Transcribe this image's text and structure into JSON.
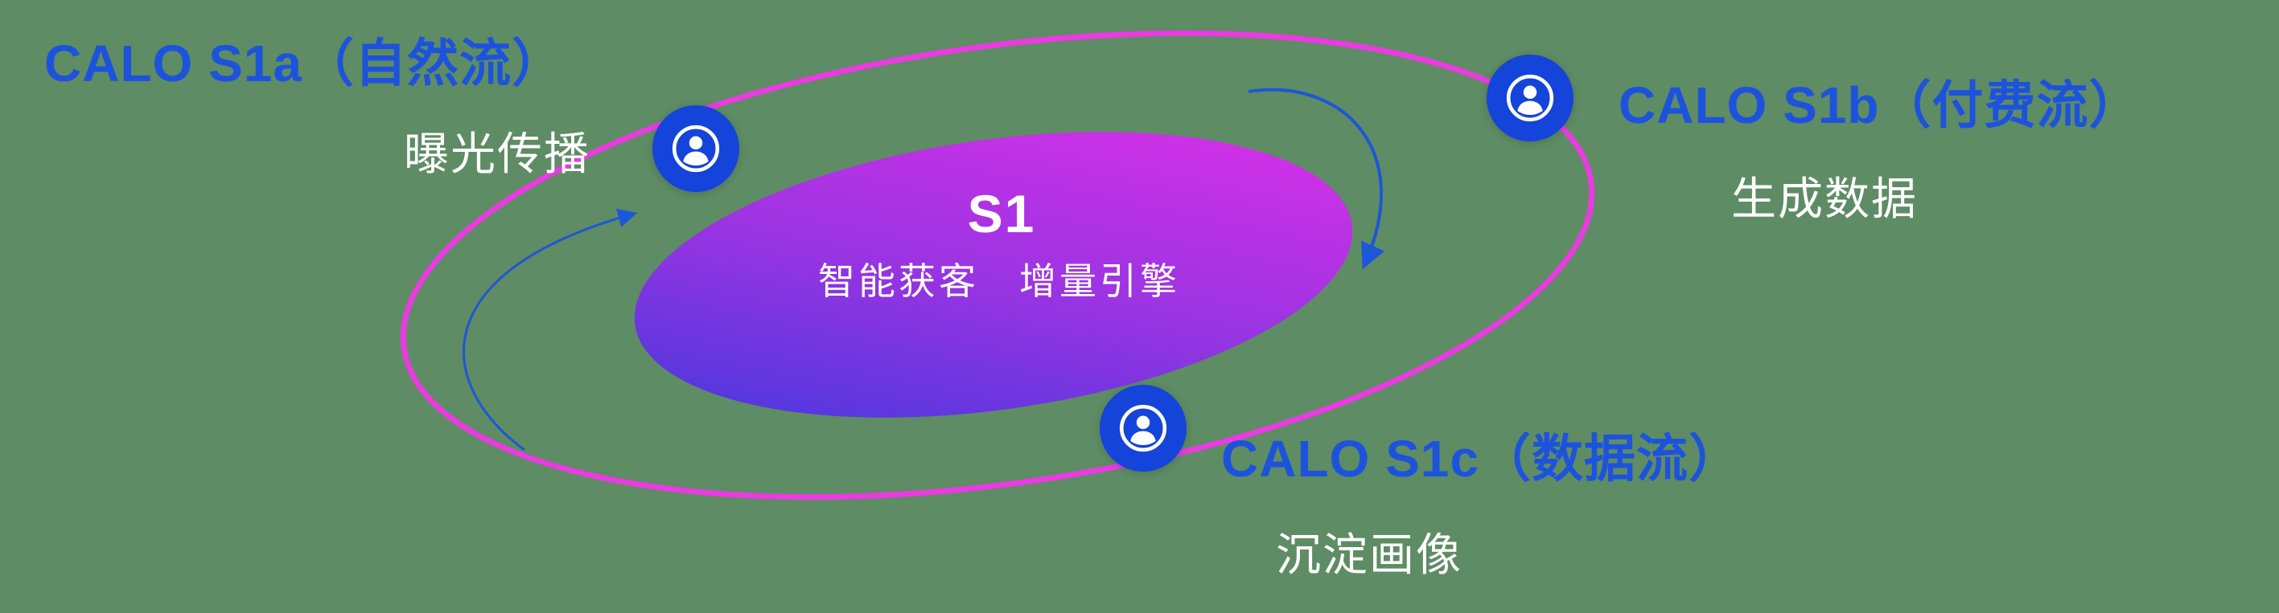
{
  "colors": {
    "background": "#5E8C64",
    "orbit_ring": "#E93BE0",
    "core_gradient_start": "#4038DC",
    "core_gradient_mid": "#9A34E2",
    "core_gradient_end": "#DC30E8",
    "node_fill": "#1444D9",
    "label_blue": "#1D53DC",
    "arrow_blue": "#1E56D8",
    "text_white": "#FFFFFF"
  },
  "center": {
    "title": "S1",
    "subtitle": "智能获客　增量引擎"
  },
  "nodes": [
    {
      "id": "s1a",
      "label": "CALO S1a（自然流）",
      "sublabel": "曝光传播",
      "icon": "user-circle-icon"
    },
    {
      "id": "s1b",
      "label": "CALO S1b（付费流）",
      "sublabel": "生成数据",
      "icon": "user-circle-icon"
    },
    {
      "id": "s1c",
      "label": "CALO S1c（数据流）",
      "sublabel": "沉淀画像",
      "icon": "user-circle-icon"
    }
  ],
  "arrows": [
    {
      "id": "left-orbit-arrow",
      "direction": "counter-clockwise-up"
    },
    {
      "id": "top-right-orbit-arrow",
      "direction": "clockwise-down"
    }
  ]
}
